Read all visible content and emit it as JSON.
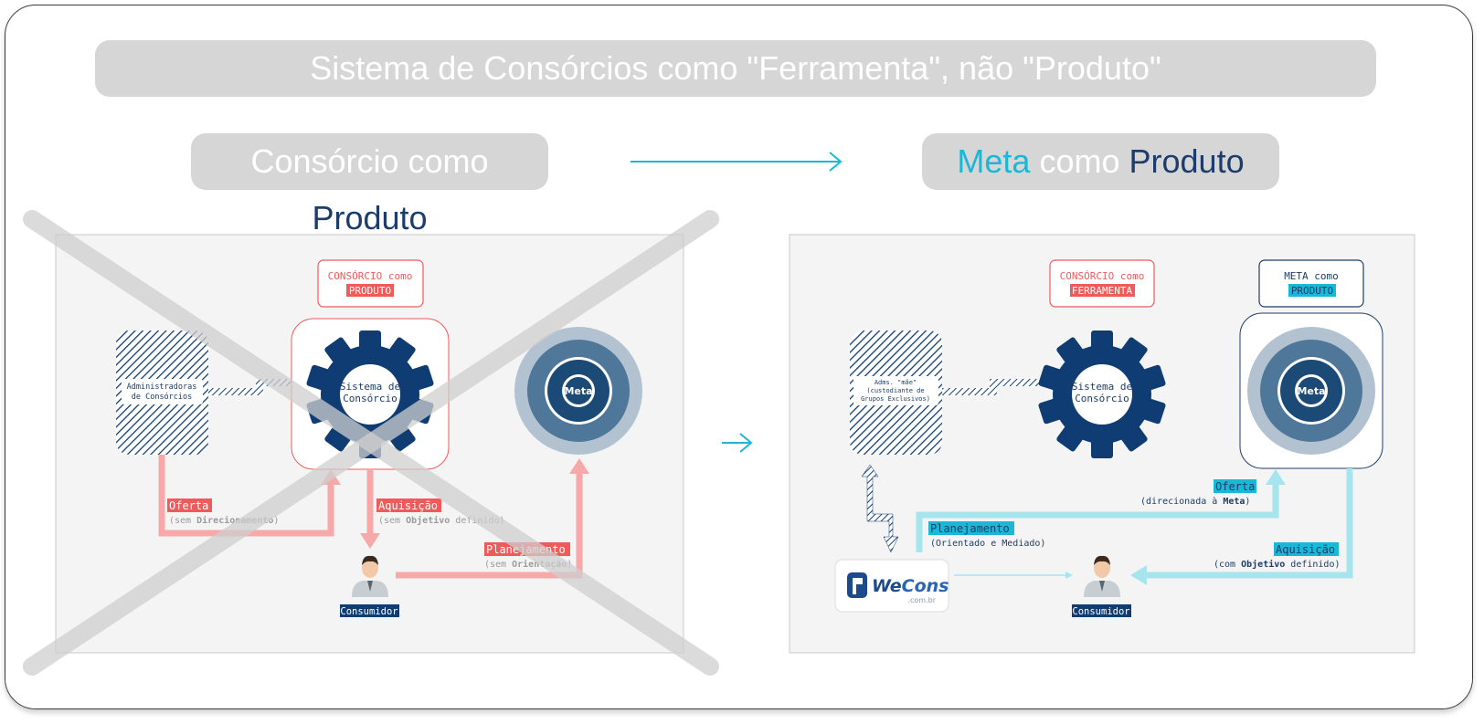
{
  "title": "Sistema de Consórcios como \"Ferramenta\", não \"Produto\"",
  "left_heading": {
    "part1": "Consórcio como ",
    "part2": "Produto"
  },
  "right_heading": {
    "part1": "Meta",
    "part2": " como ",
    "part3": "Produto"
  },
  "left_diagram": {
    "box_label_line1": "CONSÓRCIO como",
    "box_label_line2": "PRODUTO",
    "admin_line1": "Administradoras",
    "admin_line2": "de Consórcios",
    "gear_line1": "Sistema de",
    "gear_line2": "Consórcio",
    "target_label": "Meta",
    "oferta": "Oferta",
    "oferta_note_a": "(sem ",
    "oferta_note_b": "Direcionamento",
    "oferta_note_c": ")",
    "aquisicao": "Aquisição",
    "aquisicao_note_a": "(sem ",
    "aquisicao_note_b": "Objetivo",
    "aquisicao_note_c": " definido)",
    "planejamento": "Planejamento",
    "planejamento_note_a": "(sem ",
    "planejamento_note_b": "Orientação",
    "planejamento_note_c": ")",
    "consumer": "Consumidor"
  },
  "right_diagram": {
    "box_label_line1": "CONSÓRCIO como",
    "box_label_line2": "FERRAMENTA",
    "meta_label_line1": "META como",
    "meta_label_line2": "PRODUTO",
    "admin_line1": "Adms. \"mãe\"",
    "admin_line2": "(custodiante de",
    "admin_line3": "Grupos Exclusivos)",
    "gear_line1": "Sistema de",
    "gear_line2": "Consórcio",
    "target_label": "Meta",
    "oferta": "Oferta",
    "oferta_note_a": "(direcionada à ",
    "oferta_note_b": "Meta",
    "oferta_note_c": ")",
    "planejamento": "Planejamento",
    "planejamento_note": "(Orientado e Mediado)",
    "aquisicao": "Aquisição",
    "aquisicao_note_a": "(com ",
    "aquisicao_note_b": "Objetivo",
    "aquisicao_note_c": " definido)",
    "logo_we": "We",
    "logo_cons": "Cons",
    "logo_domain": ".com.br",
    "consumer": "Consumidor"
  },
  "colors": {
    "navy": "#0f3d73",
    "cyan": "#1ab8d6",
    "red": "#ef5a5a",
    "pink": "#f7a9a9",
    "light_cyan": "#a6e4ee",
    "gray": "#d6d6d6"
  }
}
